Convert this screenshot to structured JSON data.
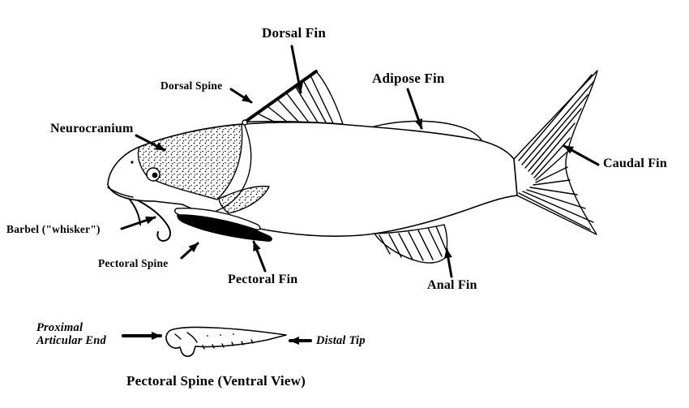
{
  "figure": {
    "labels": {
      "dorsal_fin": "Dorsal Fin",
      "dorsal_spine": "Dorsal Spine",
      "adipose_fin": "Adipose Fin",
      "neurocranium": "Neurocranium",
      "caudal_fin": "Caudal Fin",
      "barbel": "Barbel (\"whisker\")",
      "pectoral_spine": "Pectoral Spine",
      "pectoral_fin": "Pectoral Fin",
      "anal_fin": "Anal Fin"
    },
    "inset": {
      "proximal_label": "Proximal\nArticular End",
      "distal_label": "Distal Tip",
      "caption": "Pectoral Spine (Ventral View)"
    },
    "colors": {
      "ink": "#000000",
      "background": "#ffffff"
    }
  }
}
